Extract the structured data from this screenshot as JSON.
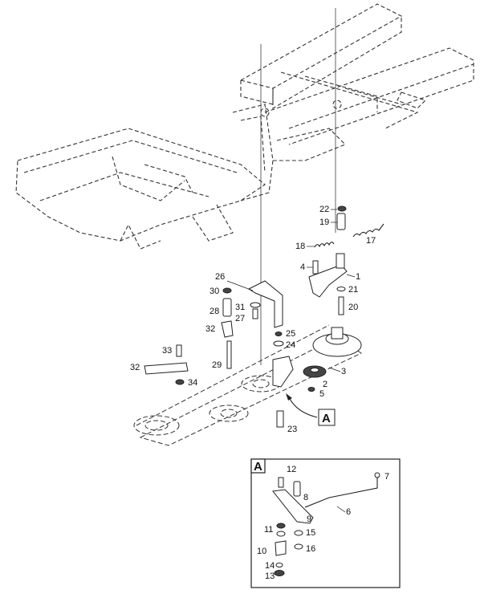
{
  "callouts": {
    "c1": "1",
    "c2": "2",
    "c3": "3",
    "c4": "4",
    "c5": "5",
    "c6": "6",
    "c7": "7",
    "c8": "8",
    "c9": "9",
    "c10": "10",
    "c11": "11",
    "c12": "12",
    "c13": "13",
    "c14": "14",
    "c15": "15",
    "c16": "16",
    "c17": "17",
    "c18": "18",
    "c19": "19",
    "c20": "20",
    "c21": "21",
    "c22": "22",
    "c23": "23",
    "c24": "24",
    "c25": "25",
    "c26": "26",
    "c27": "27",
    "c28": "28",
    "c29": "29",
    "c30": "30",
    "c31": "31",
    "c32a": "32",
    "c32b": "32",
    "c33": "33",
    "c34": "34"
  },
  "detail_label": "A",
  "detail_box_label": "A"
}
